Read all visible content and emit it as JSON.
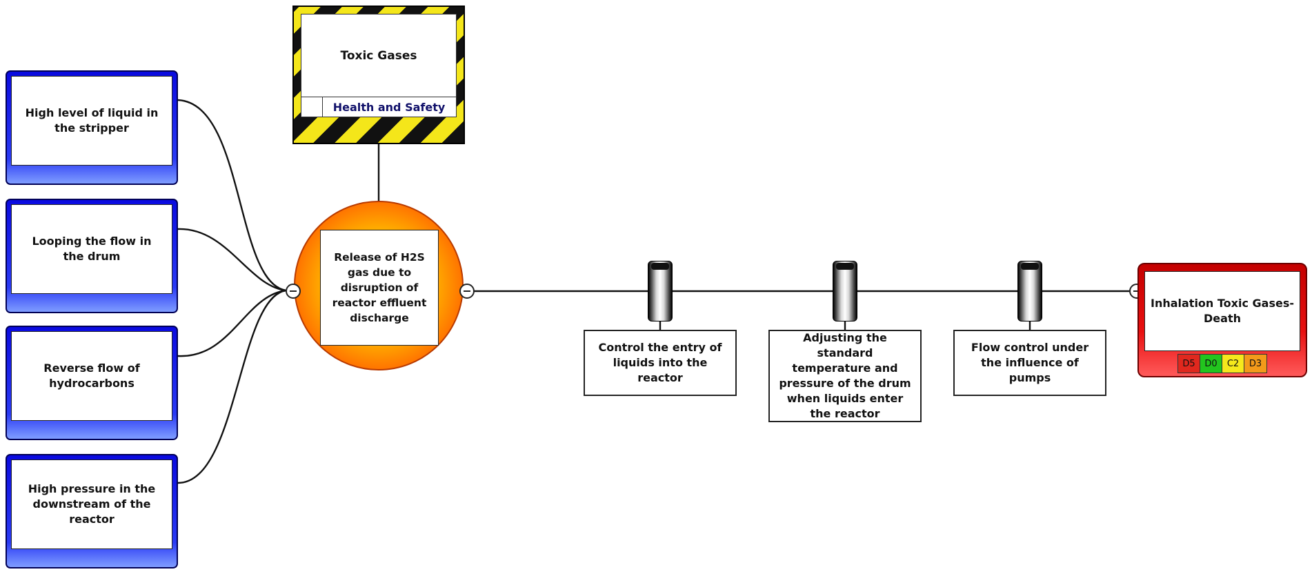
{
  "hazard": {
    "title": "Toxic Gases",
    "category": "Health and Safety"
  },
  "top_event": {
    "label": "Release of H2S gas due to disruption of reactor effluent discharge"
  },
  "threats": [
    {
      "label": "High level of liquid in the stripper"
    },
    {
      "label": "Looping the flow in the drum"
    },
    {
      "label": "Reverse flow of hydrocarbons"
    },
    {
      "label": "High pressure in the downstream of the reactor"
    }
  ],
  "barriers": [
    {
      "label": "Control the entry of liquids into the reactor"
    },
    {
      "label": "Adjusting the standard temperature and pressure of the drum when liquids enter the reactor"
    },
    {
      "label": "Flow control under the influence of pumps"
    }
  ],
  "consequence": {
    "label": "Inhalation Toxic Gases-Death",
    "ratings": [
      {
        "code": "D5",
        "color": "#e0281e"
      },
      {
        "code": "D0",
        "color": "#22c51e"
      },
      {
        "code": "C2",
        "color": "#f6e81c"
      },
      {
        "code": "D3",
        "color": "#f39a1a"
      }
    ]
  },
  "colors": {
    "threat_fill": "#1a2ef0",
    "top_event_fill": "#ff8a00",
    "consequence_fill": "#e01010",
    "hazard_stripe_a": "#111111",
    "hazard_stripe_b": "#f4e61a"
  }
}
